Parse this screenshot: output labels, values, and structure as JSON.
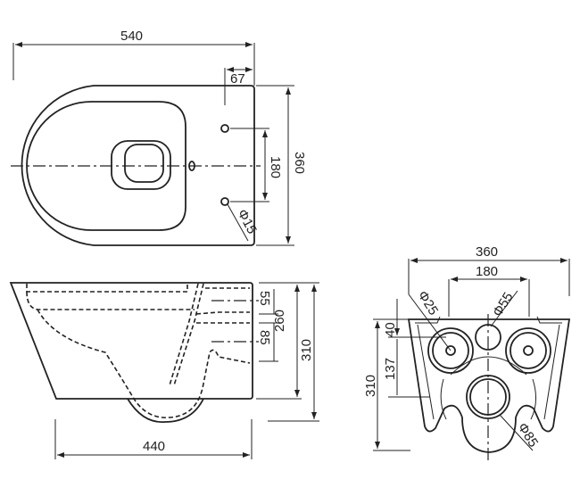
{
  "title": "Wall-hung toilet dimension drawing",
  "top_view": {
    "overall_length": "540",
    "offset": "67",
    "fixing_spacing": "180",
    "width": "360",
    "fixing_hole": "Φ15"
  },
  "side_view": {
    "inlet_height": "55",
    "outlet_height": "85",
    "body_height": "260",
    "total_height": "310",
    "depth": "440"
  },
  "front_view": {
    "width": "360",
    "fixing_spacing": "180",
    "fixing_hole": "Φ25",
    "inlet": "Φ55",
    "outlet": "Φ85",
    "inlet_offset": "40",
    "outlet_offset": "137",
    "height": "310"
  }
}
